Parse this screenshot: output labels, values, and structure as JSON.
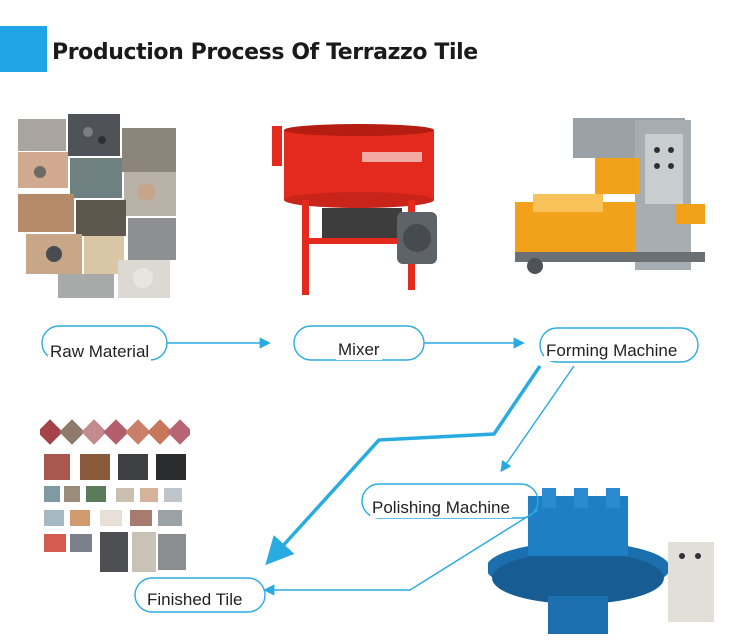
{
  "title": "Production Process Of Terrazzo Tile",
  "colors": {
    "accent": "#20a4e8",
    "arrow": "#29abe2",
    "mixer_red": "#e32a1c",
    "machine_orange": "#f2a21a",
    "polisher_blue": "#1c6fae"
  },
  "nodes": {
    "raw_material": "Raw Material",
    "mixer": "Mixer",
    "forming_machine": "Forming Machine",
    "polishing_machine": "Polishing Machine",
    "finished_tile": "Finished Tile"
  },
  "images": {
    "raw_material": "raw-material-collage",
    "mixer": "pan-mixer-machine",
    "forming_machine": "tile-press-machine",
    "polishing_machine": "polishing-machine",
    "finished_tile": "terrazzo-tile-samples"
  }
}
